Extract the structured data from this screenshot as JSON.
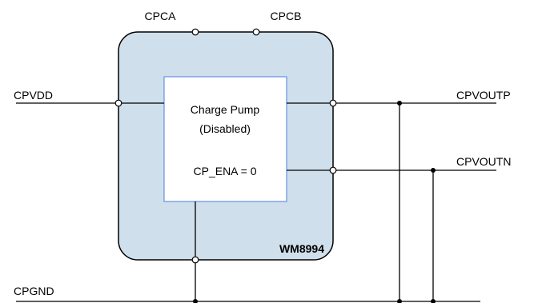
{
  "chip": {
    "name": "WM8994",
    "body_color": "#cfdfeb",
    "block": {
      "line1": "Charge Pump",
      "line2": "(Disabled)",
      "line3": "CP_ENA = 0",
      "border_color": "#4d7fe0"
    }
  },
  "pins": {
    "cpca": "CPCA",
    "cpcb": "CPCB",
    "cpvdd": "CPVDD",
    "cpvoutp": "CPVOUTP",
    "cpvoutn": "CPVOUTN",
    "cpgnd": "CPGND"
  }
}
